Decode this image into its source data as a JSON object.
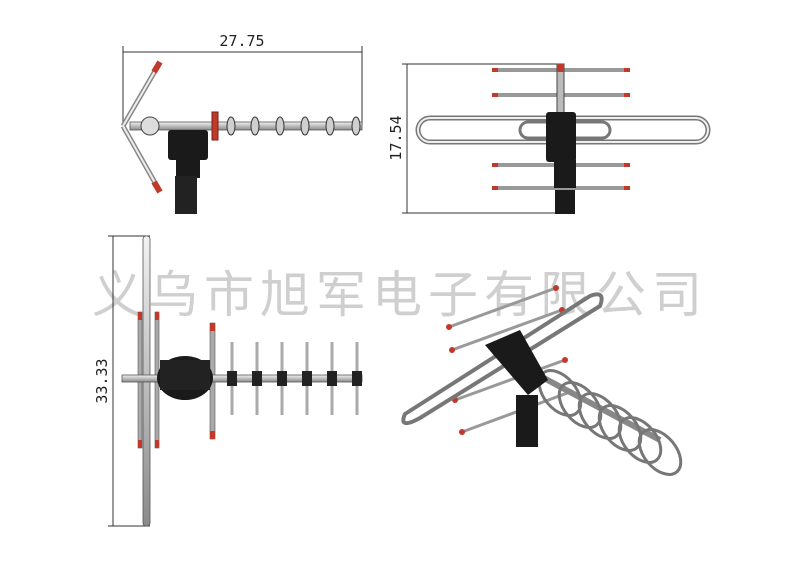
{
  "dimensions": {
    "top_view_width": "27.75",
    "side_view_height": "17.54",
    "front_view_height": "33.33"
  },
  "watermark": "义乌市旭军电子有限公司",
  "colors": {
    "tube": "#9a9a9a",
    "tip": "#c0392b",
    "bracket": "#1a1a1a",
    "dimension_line": "#333333"
  }
}
